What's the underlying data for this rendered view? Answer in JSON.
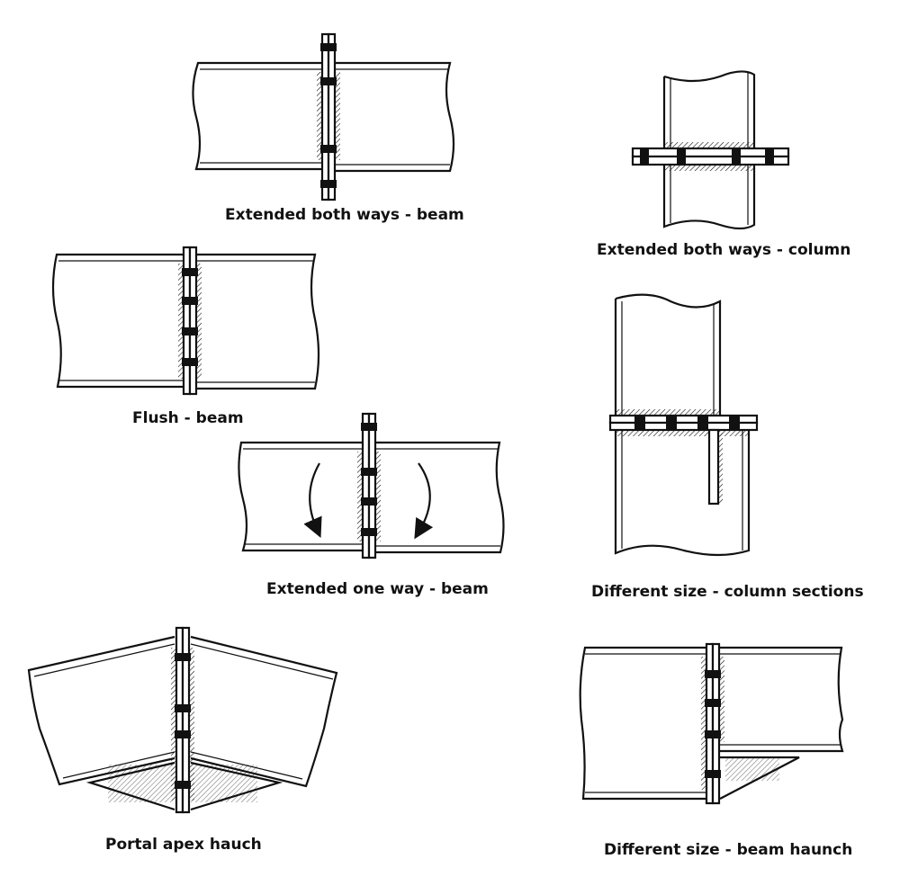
{
  "captions": {
    "extended_both_beam": "Extended both ways - beam",
    "extended_both_column": "Extended both ways - column",
    "flush_beam": "Flush - beam",
    "extended_one_beam": "Extended one way - beam",
    "different_column": "Different size - column sections",
    "portal_apex": "Portal apex hauch",
    "different_beam_haunch": "Different size - beam haunch"
  },
  "colors": {
    "ink": "#111111",
    "paper": "#ffffff"
  }
}
